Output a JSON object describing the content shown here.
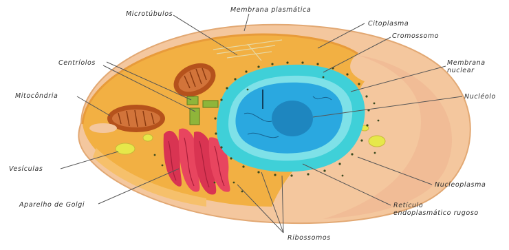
{
  "diagram": {
    "labels": {
      "microtubulos": "Microtúbulos",
      "membrana_plasmatica": "Membrana plasmática",
      "citoplasma": "Citoplasma",
      "cromossomo": "Cromossomo",
      "membrana_nuclear_1": "Membrana",
      "membrana_nuclear_2": "nuclear",
      "centriolos": "Centríolos",
      "nucleolo": "Nucléolo",
      "mitocondria": "Mitocôndria",
      "vesiculas": "Vesículas",
      "nucleoplasma": "Nucleoplasma",
      "aparelho_golgi": "Aparelho de Golgi",
      "reticulo_1": "Retículo",
      "reticulo_2": "endoplasmático rugoso",
      "ribossomos": "Ribossomos"
    },
    "colors": {
      "cytoplasm": "#f3b44a",
      "cell_outer": "#f2c59a",
      "nucleus_cyan": "#3fd0d8",
      "nucleus_blue": "#2aa8e0",
      "nucleolus": "#1e86bf",
      "golgi": "#e8455f",
      "mitochondria": "#b5521c",
      "vesicle": "#e6e84a",
      "leader_line": "#555555"
    }
  }
}
